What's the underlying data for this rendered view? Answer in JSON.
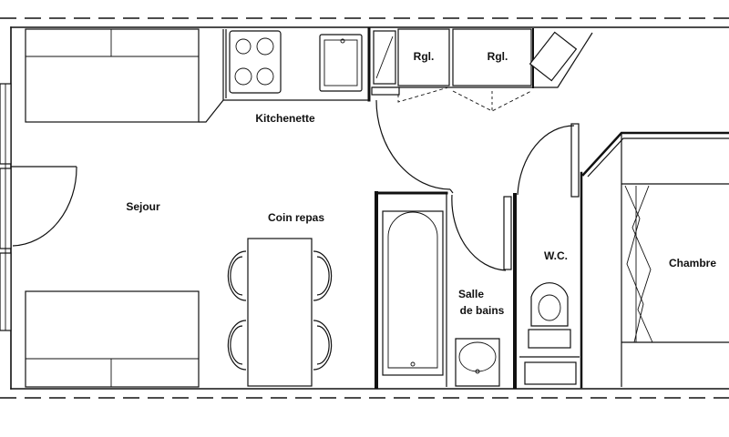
{
  "rooms": {
    "kitchenette": "Kitchenette",
    "sejour": "Sejour",
    "coin_repas": "Coin repas",
    "wc": "W.C.",
    "salle_line1": "Salle",
    "salle_line2": "de bains",
    "chambre": "Chambre"
  },
  "fridges": {
    "left": "Rgl.",
    "right": "Rgl."
  }
}
